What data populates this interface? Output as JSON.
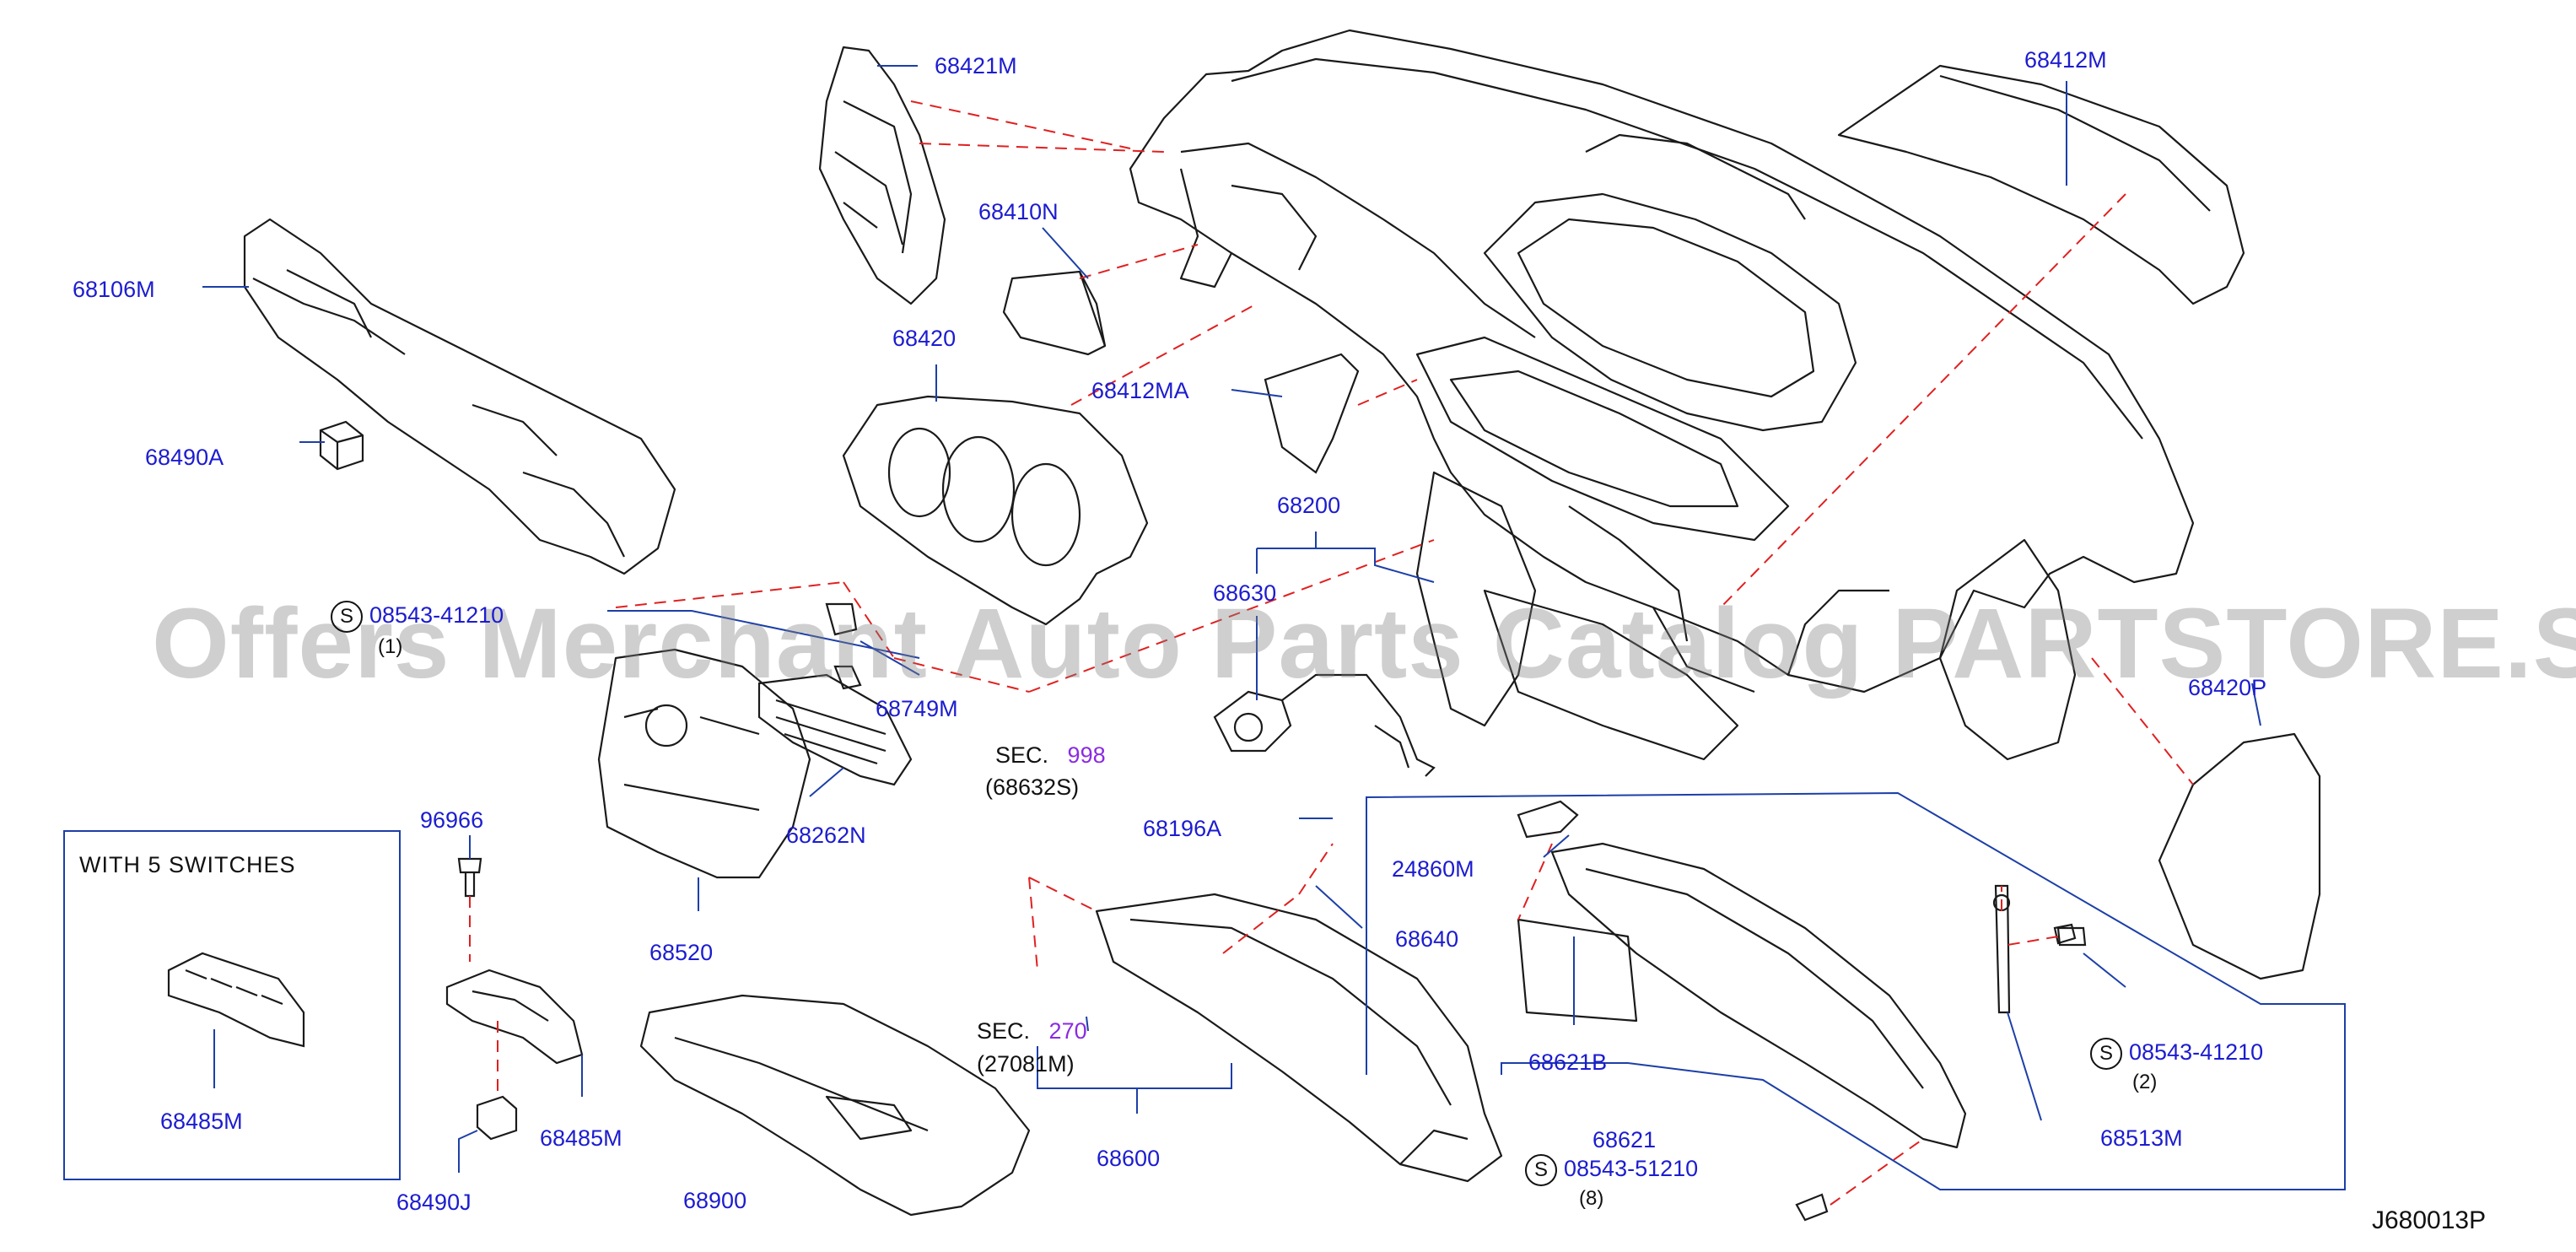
{
  "diagram": {
    "code": "J680013P",
    "watermark": "Offers Merchant Auto Parts Catalog PARTSTORE.SA",
    "inset_title": "WITH   5   SWITCHES",
    "parts": {
      "p68421M": "68421M",
      "p68412M": "68412M",
      "p68410N": "68410N",
      "p68106M": "68106M",
      "p68420": "68420",
      "p68412MA": "68412MA",
      "p68490A": "68490A",
      "p68200": "68200",
      "p68630": "68630",
      "p68749M": "68749M",
      "p68420P": "68420P",
      "p68262N": "68262N",
      "p68520": "68520",
      "p96966": "96966",
      "p68196A": "68196A",
      "p24860M": "24860M",
      "p68640": "68640",
      "p68485M_inset": "68485M",
      "p68485M": "68485M",
      "p68490J": "68490J",
      "p68900": "68900",
      "p68600": "68600",
      "p68621B": "68621B",
      "p68621": "68621",
      "p68513M": "68513M"
    },
    "screws": {
      "s1": {
        "s": "S",
        "num": "08543-41210",
        "qty": "(1)"
      },
      "s2": {
        "s": "S",
        "num": "08543-41210",
        "qty": "(2)"
      },
      "s3": {
        "s": "S",
        "num": "08543-51210",
        "qty": "(8)"
      }
    },
    "sections": {
      "sec998": {
        "prefix": "SEC.",
        "num": "998",
        "ref": "(68632S)"
      },
      "sec270": {
        "prefix": "SEC.",
        "num": "270",
        "ref": "(27081M)"
      }
    },
    "colors": {
      "part_number": "#1c1cd0",
      "section_number": "#8a2be2",
      "leader_line": "#1c3fa8",
      "dash_line": "#e02020",
      "outline": "#1a1a1a"
    }
  }
}
